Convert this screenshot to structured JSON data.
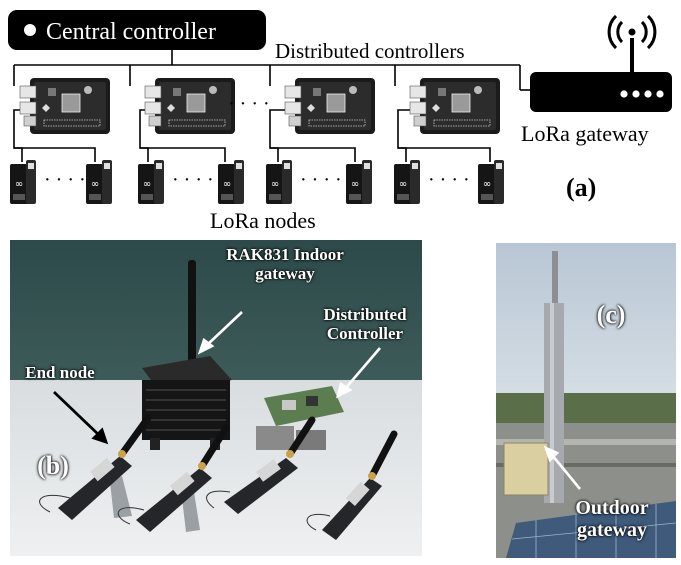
{
  "diagram": {
    "central_controller": "Central controller",
    "distributed_controllers": "Distributed controllers",
    "lora_gateway": "LoRa gateway",
    "lora_nodes": "LoRa nodes",
    "panel_a": "(a)"
  },
  "photo_b": {
    "gateway_label_line1": "RAK831 Indoor",
    "gateway_label_line2": "gateway",
    "controller_label_line1": "Distributed",
    "controller_label_line2": "Controller",
    "end_node_label": "End node",
    "panel_b": "(b)"
  },
  "photo_c": {
    "panel_c": "(c)",
    "outdoor_line1": "Outdoor",
    "outdoor_line2": "gateway"
  },
  "colors": {
    "board_green": "#1d2a20",
    "node_dark": "#222222",
    "sky": "#c6d3df"
  }
}
